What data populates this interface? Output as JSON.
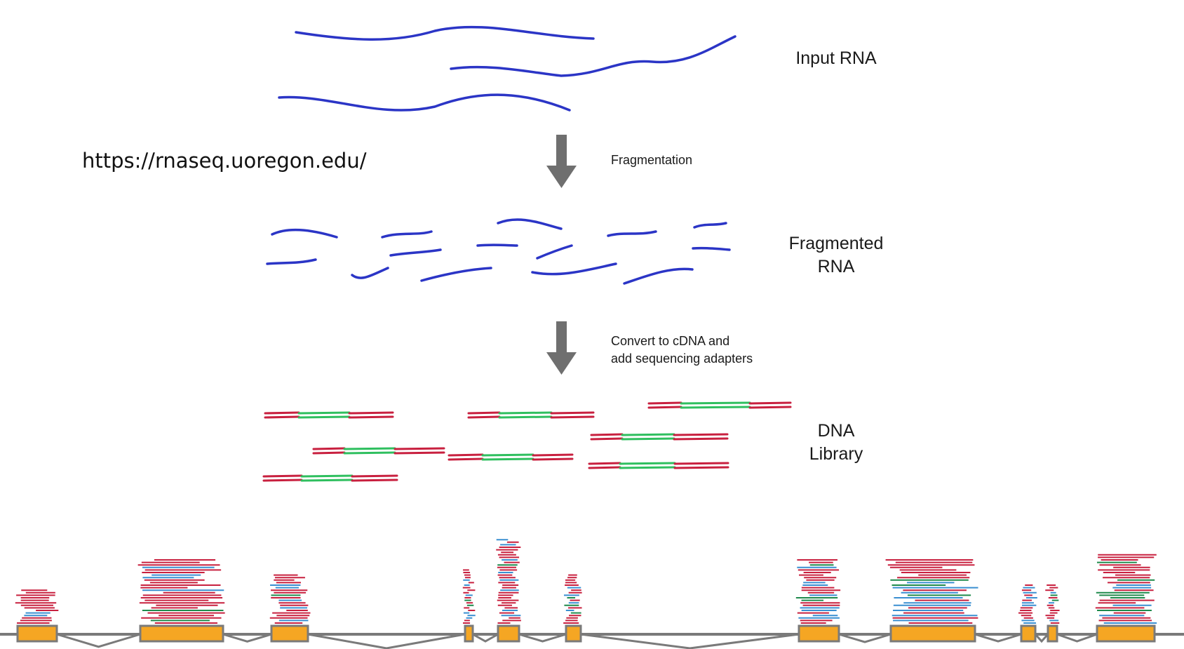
{
  "source_url": "https://rnaseq.uoregon.edu/",
  "stages": {
    "input": "Input RNA",
    "fragmented_line1": "Fragmented",
    "fragmented_line2": "RNA",
    "library_line1": "DNA",
    "library_line2": "Library"
  },
  "steps": {
    "fragmentation": "Fragmentation",
    "convert_line1": "Convert to cDNA and",
    "convert_line2": "add sequencing adapters"
  },
  "colors": {
    "rna": "#2b35c6",
    "adapter": "#c8203f",
    "insert": "#2fbf5f",
    "arrow": "#6f6f6f",
    "exon_fill": "#f5a623",
    "exon_stroke": "#7a7a7a",
    "read_red": "#c8203f",
    "read_blue": "#3a8fd1",
    "read_green": "#1f8a4c"
  },
  "icons": {
    "step_arrow": "down-arrow-icon"
  }
}
